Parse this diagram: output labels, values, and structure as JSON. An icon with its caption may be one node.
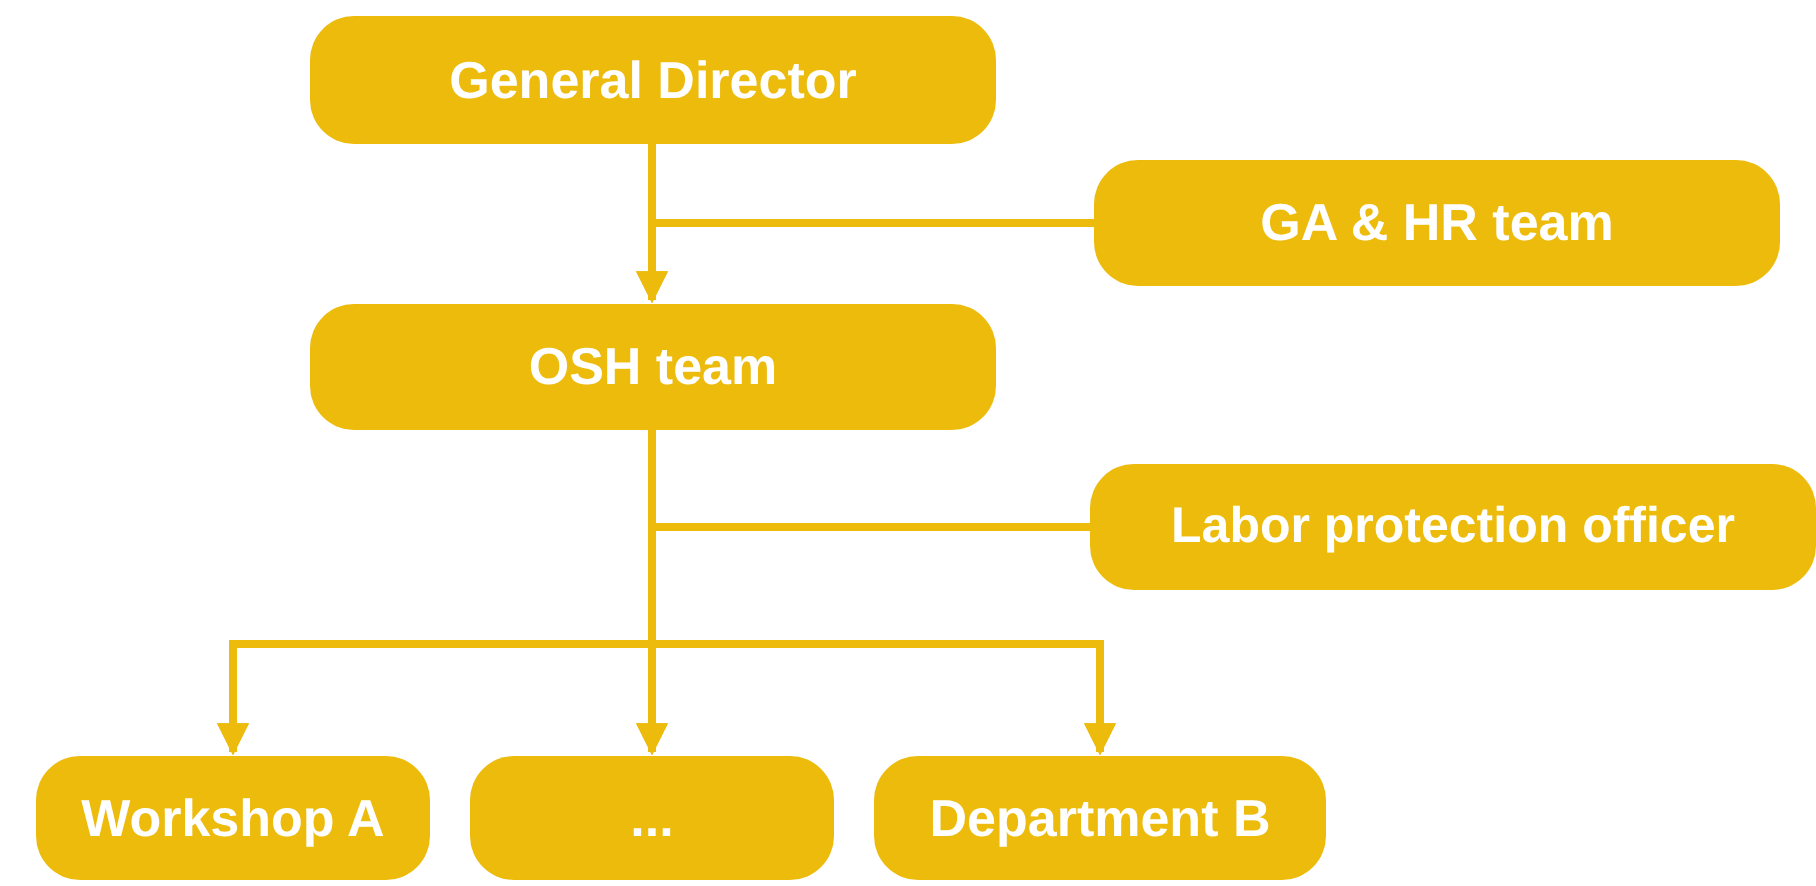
{
  "diagram": {
    "nodes": [
      {
        "text": [
          "General Director"
        ]
      },
      {
        "text": [
          "GA & HR team"
        ]
      },
      {
        "text": [
          "OSH team"
        ]
      },
      {
        "text": [
          "Labor protection officer"
        ]
      },
      {
        "text": [
          "Workshop A"
        ]
      },
      {
        "text": [
          "..."
        ]
      },
      {
        "text": [
          "Department B"
        ]
      }
    ],
    "edges": [
      {
        "from": 0,
        "to": 2,
        "arrow": "to"
      },
      {
        "from": 1,
        "to": 2,
        "arrow": "to"
      },
      {
        "from": 2,
        "to": 4,
        "arrow": "to"
      },
      {
        "from": 2,
        "to": 5,
        "arrow": "to"
      },
      {
        "from": 2,
        "to": 6,
        "arrow": "to"
      },
      {
        "from": 3,
        "to": 4,
        "arrow": "to"
      },
      {
        "from": 3,
        "to": 5,
        "arrow": "to"
      },
      {
        "from": 3,
        "to": 6,
        "arrow": "to"
      }
    ]
  }
}
